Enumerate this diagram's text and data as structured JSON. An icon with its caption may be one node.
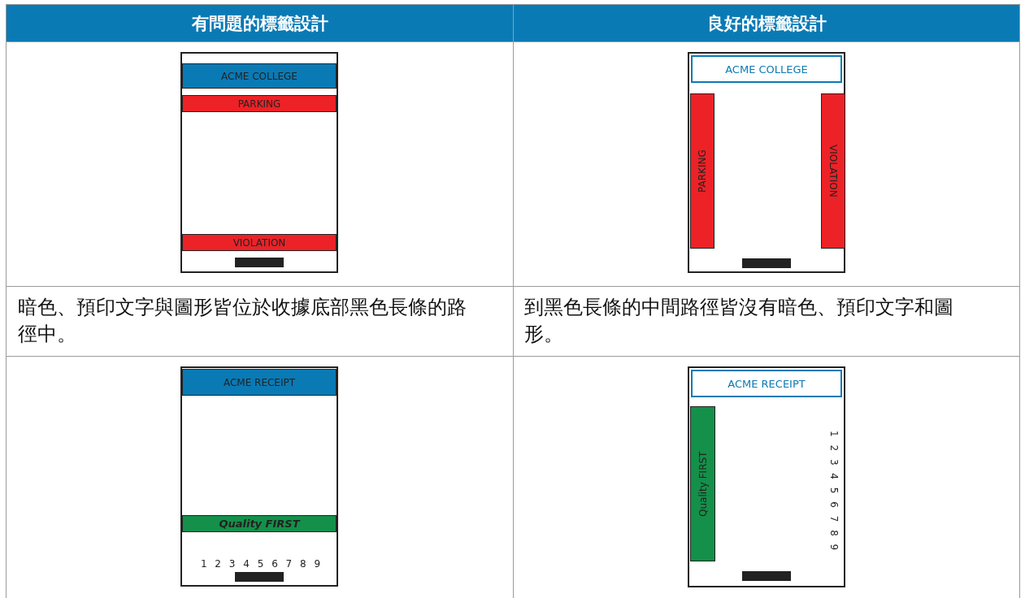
{
  "diagram": {
    "nodes": [
      {
        "text": [],
        "shape": "box"
      },
      {
        "text": [
          "ACME COLLEGE"
        ],
        "in": 0
      },
      {
        "text": [
          "PARKING"
        ],
        "in": 0
      },
      {
        "text": [
          "VIOLATION"
        ],
        "in": 0
      },
      {
        "text": [],
        "shape": "box"
      },
      {
        "text": [
          "ACME COLLEGE"
        ],
        "in": 4
      },
      {
        "text": [
          "PARKING"
        ],
        "in": 4
      },
      {
        "text": [
          "VIOLATION"
        ],
        "in": 4
      },
      {
        "text": [],
        "shape": "box"
      },
      {
        "text": [
          "ACME RECEIPT"
        ],
        "in": 8
      },
      {
        "text": [
          "Quality FIRST"
        ],
        "in": 8
      },
      {
        "text": [],
        "shape": "box"
      },
      {
        "text": [
          "ACME RECEIPT"
        ],
        "in": 11
      },
      {
        "text": [
          "Quality FIRST"
        ],
        "in": 11
      }
    ],
    "edges": [],
    "labels": [
      "有問題的標籤設計",
      "良好的標籤設計",
      "暗色、預印文字與圖形皆位於收據底部黑色長條的路徑中。",
      "到黑色長條的中間路徑皆沒有暗色、預印文字和圖形。",
      "1 2 3 4 5 6 7 8 9",
      "1 2 3 4 5 6 7 8 9"
    ]
  }
}
